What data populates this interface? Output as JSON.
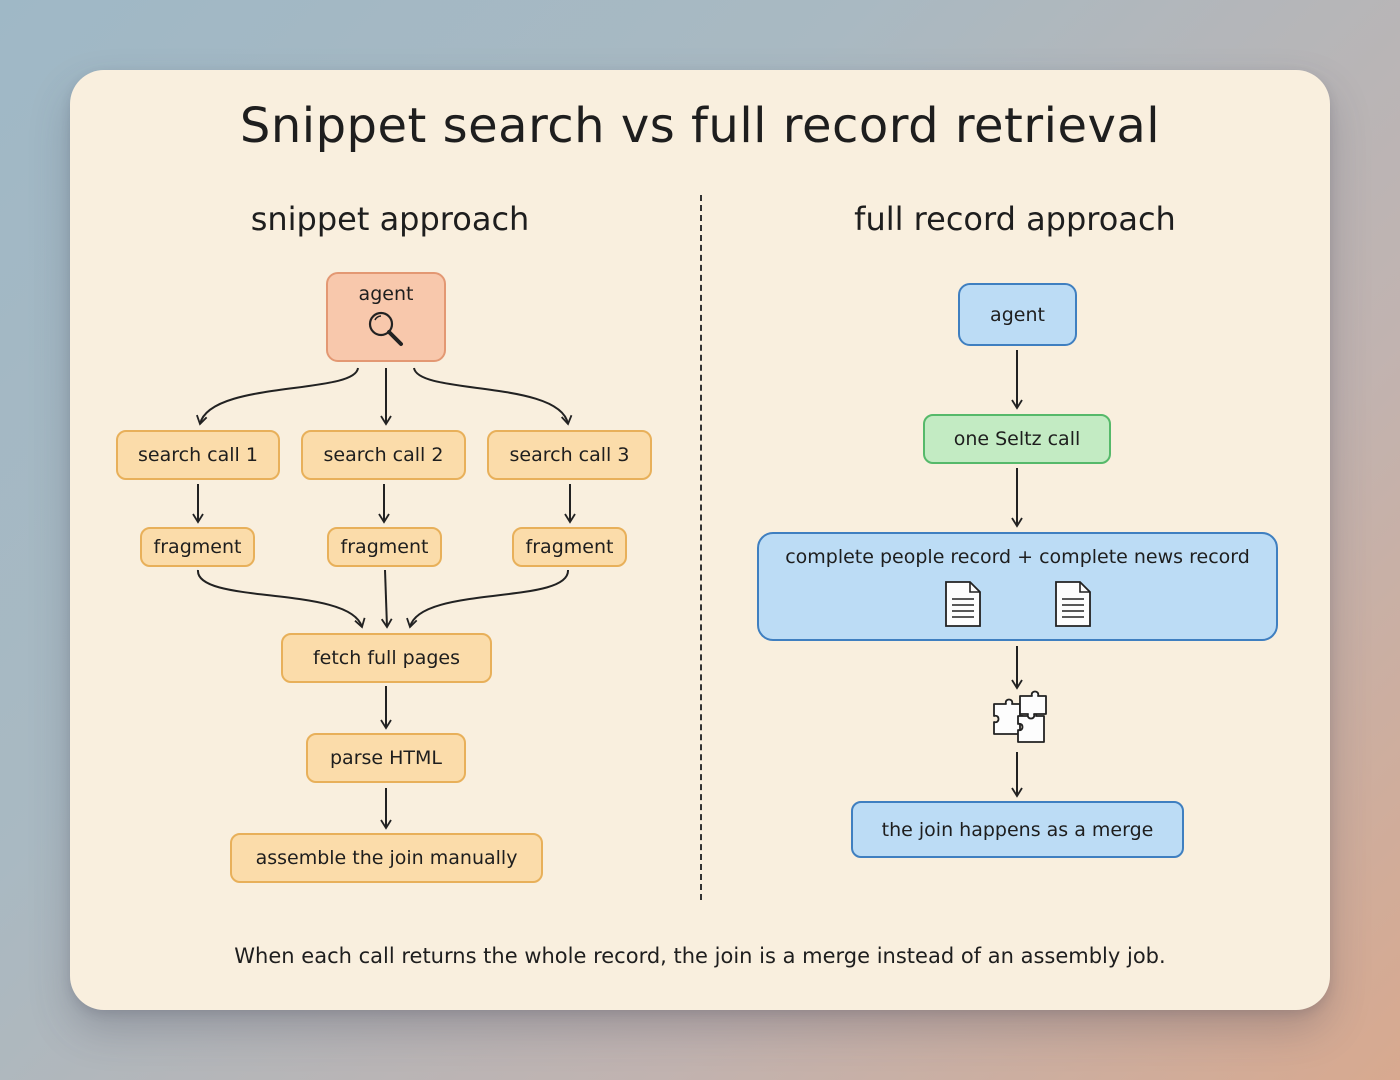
{
  "title": "Snippet search vs full record retrieval",
  "left": {
    "heading": "snippet approach",
    "agent": "agent",
    "search_calls": [
      "search call 1",
      "search call 2",
      "search call 3"
    ],
    "fragments": [
      "fragment",
      "fragment",
      "fragment"
    ],
    "fetch": "fetch full pages",
    "parse": "parse HTML",
    "assemble": "assemble the join manually"
  },
  "right": {
    "heading": "full record approach",
    "agent": "agent",
    "call": "one Seltz call",
    "records": "complete people record + complete news record",
    "merge": "the join happens as a merge"
  },
  "footer": "When each call returns the whole record, the join is a merge instead of an assembly job.",
  "icons": [
    "magnifier-icon",
    "document-icon",
    "document-icon",
    "puzzle-icon"
  ],
  "colors": {
    "card": "#f9efde",
    "orange_fill": "#fbdcaa",
    "orange_stroke": "#e8b05a",
    "salmon_fill": "#f8c8ac",
    "blue_fill": "#bcdcf5",
    "blue_stroke": "#3f7fc0",
    "green_fill": "#c3ebc3",
    "green_stroke": "#56b96a"
  }
}
